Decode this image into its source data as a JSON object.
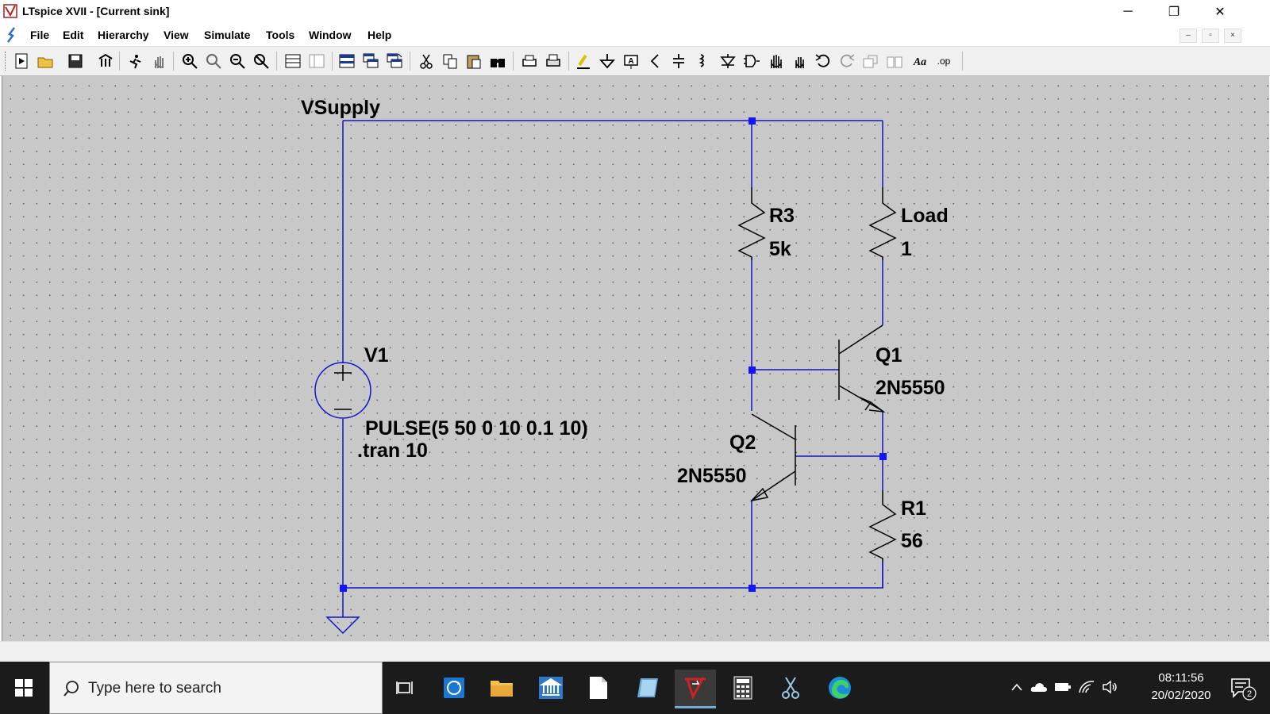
{
  "window": {
    "title": "LTspice XVII - [Current sink]",
    "minimize_glyph": "─",
    "restore_glyph": "❐",
    "close_glyph": "✕"
  },
  "menu": {
    "items": [
      "File",
      "Edit",
      "Hierarchy",
      "View",
      "Simulate",
      "Tools",
      "Window",
      "Help"
    ]
  },
  "mdi_controls": {
    "minimize": "–",
    "restore": "▫",
    "close": "×"
  },
  "toolbar": {
    "icons": [
      "new-schematic-icon",
      "open-icon",
      "save-icon",
      "control-panel-icon",
      "run-icon",
      "halt-icon",
      "zoom-in-icon",
      "zoom-pan-icon",
      "zoom-out-icon",
      "zoom-fit-icon",
      "tile-vertical-icon",
      "tile-horizontal-icon",
      "cascade-icon",
      "window-a-icon",
      "window-b-icon",
      "cut-icon",
      "copy-icon",
      "paste-icon",
      "find-icon",
      "print-icon",
      "print-setup-icon",
      "draw-wire-icon",
      "ground-icon",
      "label-net-icon",
      "resistor-icon",
      "capacitor-icon",
      "inductor-icon",
      "diode-icon",
      "component-icon",
      "move-icon",
      "drag-icon",
      "undo-icon",
      "redo-icon",
      "rotate-icon",
      "mirror-icon",
      "text-icon",
      "spice-directive-icon"
    ],
    "text_icon_label": "Aa",
    "spice_directive_label": ".op"
  },
  "schematic": {
    "net_label": "VSupply",
    "v1": {
      "name": "V1",
      "value": "PULSE(5 50 0 10 0.1 10)"
    },
    "directive": ".tran 10",
    "r3": {
      "name": "R3",
      "value": "5k"
    },
    "load": {
      "name": "Load",
      "value": "1"
    },
    "q1": {
      "name": "Q1",
      "model": "2N5550"
    },
    "q2": {
      "name": "Q2",
      "model": "2N5550"
    },
    "r1": {
      "name": "R1",
      "value": "56"
    },
    "wire_color": "#1414c8",
    "junction_color": "#1414ff",
    "background_color": "#c8c8c8"
  },
  "taskbar": {
    "search_placeholder": "Type here to search",
    "time": "08:11:56",
    "date": "20/02/2020",
    "notification_count": "2",
    "apps": [
      "task-view-icon",
      "sync-icon",
      "file-explorer-icon",
      "bank-icon",
      "document-icon",
      "notes-icon",
      "ltspice-icon",
      "calculator-icon",
      "snipping-tool-icon",
      "edge-icon"
    ]
  }
}
